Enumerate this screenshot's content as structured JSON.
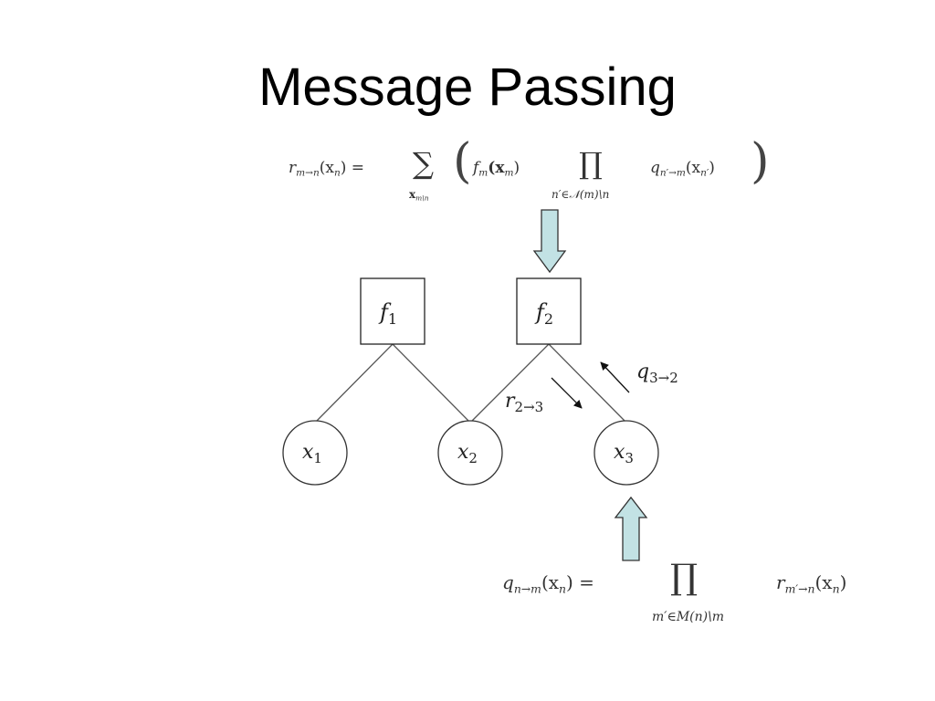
{
  "slide": {
    "title": "Message Passing"
  },
  "formulas": {
    "factor_to_variable": {
      "lhs": "r",
      "lhs_sub": "m→n",
      "lhs_arg": "(x",
      "lhs_arg_sub": "n",
      "lhs_arg_end": ") =",
      "sum_symbol": "∑",
      "sum_under": "x",
      "sum_under_sub": "m\\n",
      "f": "f",
      "f_sub": "m",
      "f_arg": "(x",
      "f_arg_sub": "m",
      "f_arg_end": ")",
      "prod_symbol": "∏",
      "prod_under": "n′∈𝒩(m)\\n",
      "q": "q",
      "q_sub": "n′→m",
      "q_arg": "(x",
      "q_arg_sub": "n′",
      "q_arg_end": ")",
      "open_paren": "(",
      "close_paren": ")"
    },
    "variable_to_factor": {
      "lhs": "q",
      "lhs_sub": "n→m",
      "lhs_arg": "(x",
      "lhs_arg_sub": "n",
      "lhs_arg_end": ") =",
      "prod_symbol": "∏",
      "prod_under": "m′∈M(n)\\m",
      "r": "r",
      "r_sub": "m′→n",
      "r_arg": "(x",
      "r_arg_sub": "n",
      "r_arg_end": ")"
    }
  },
  "graph": {
    "factors": [
      {
        "id": "f1",
        "base": "f",
        "sub": "1"
      },
      {
        "id": "f2",
        "base": "f",
        "sub": "2"
      }
    ],
    "variables": [
      {
        "id": "x1",
        "base": "x",
        "sub": "1"
      },
      {
        "id": "x2",
        "base": "x",
        "sub": "2"
      },
      {
        "id": "x3",
        "base": "x",
        "sub": "3"
      }
    ],
    "edges": [
      {
        "from": "f1",
        "to": "x1"
      },
      {
        "from": "f1",
        "to": "x2"
      },
      {
        "from": "f2",
        "to": "x2"
      },
      {
        "from": "f2",
        "to": "x3"
      }
    ],
    "messages": {
      "q": {
        "base": "q",
        "sub": "3→2"
      },
      "r": {
        "base": "r",
        "sub": "2→3"
      }
    }
  },
  "colors": {
    "arrow_fill": "#c2e2e4",
    "arrow_stroke": "#333333",
    "line": "#555555"
  }
}
